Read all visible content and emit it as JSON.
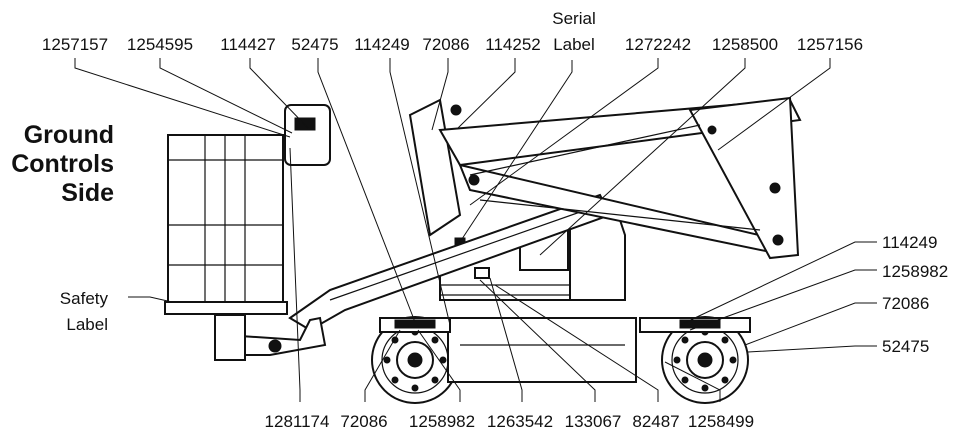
{
  "heading": {
    "line1": "Ground",
    "line2": "Controls",
    "line3": "Side"
  },
  "top_labels": [
    "1257157",
    "1254595",
    "114427",
    "52475",
    "114249",
    "72086",
    "114252",
    "1272242",
    "1258500",
    "1257156"
  ],
  "serial_label": {
    "line1": "Serial",
    "line2": "Label"
  },
  "right_labels": [
    "114249",
    "1258982",
    "72086",
    "52475"
  ],
  "bottom_labels": [
    "1281174",
    "72086",
    "1258982",
    "1263542",
    "133067",
    "82487",
    "1258499"
  ],
  "safety_label": {
    "line1": "Safety",
    "line2": "Label"
  }
}
